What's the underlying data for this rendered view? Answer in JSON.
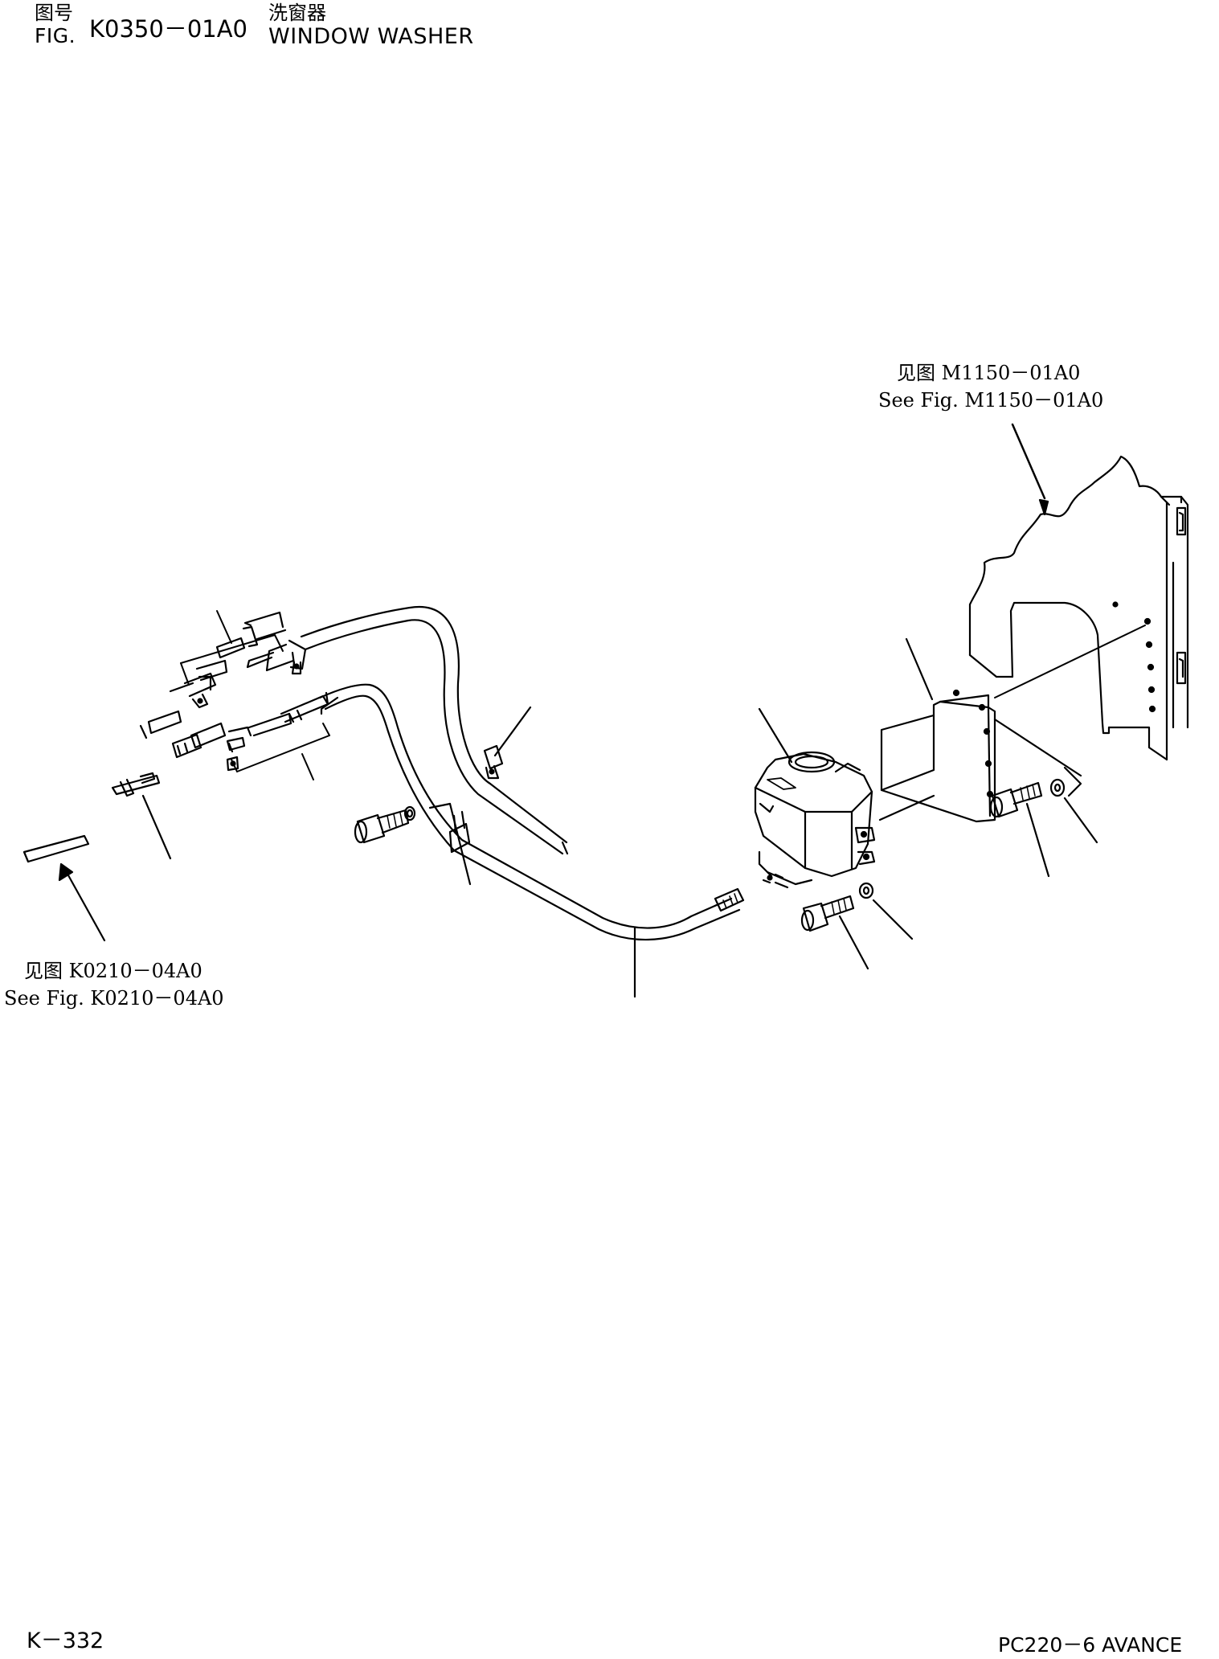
{
  "header": {
    "fig_label_cn": "图号",
    "fig_label_en": "FIG.",
    "fig_number": "K0350－01A0",
    "title_cn": "洗窗器",
    "title_en": "WINDOW WASHER"
  },
  "references": [
    {
      "cn": "见图 M1150－01A0",
      "en": "See Fig. M1150－01A0"
    },
    {
      "cn": "见图 K0210－04A0",
      "en": "See Fig. K0210－04A0"
    }
  ],
  "footer": {
    "page": "K－332",
    "model": "PC220－6 AVANCE"
  },
  "colors": {
    "ink": "#000000",
    "paper": "#ffffff"
  }
}
